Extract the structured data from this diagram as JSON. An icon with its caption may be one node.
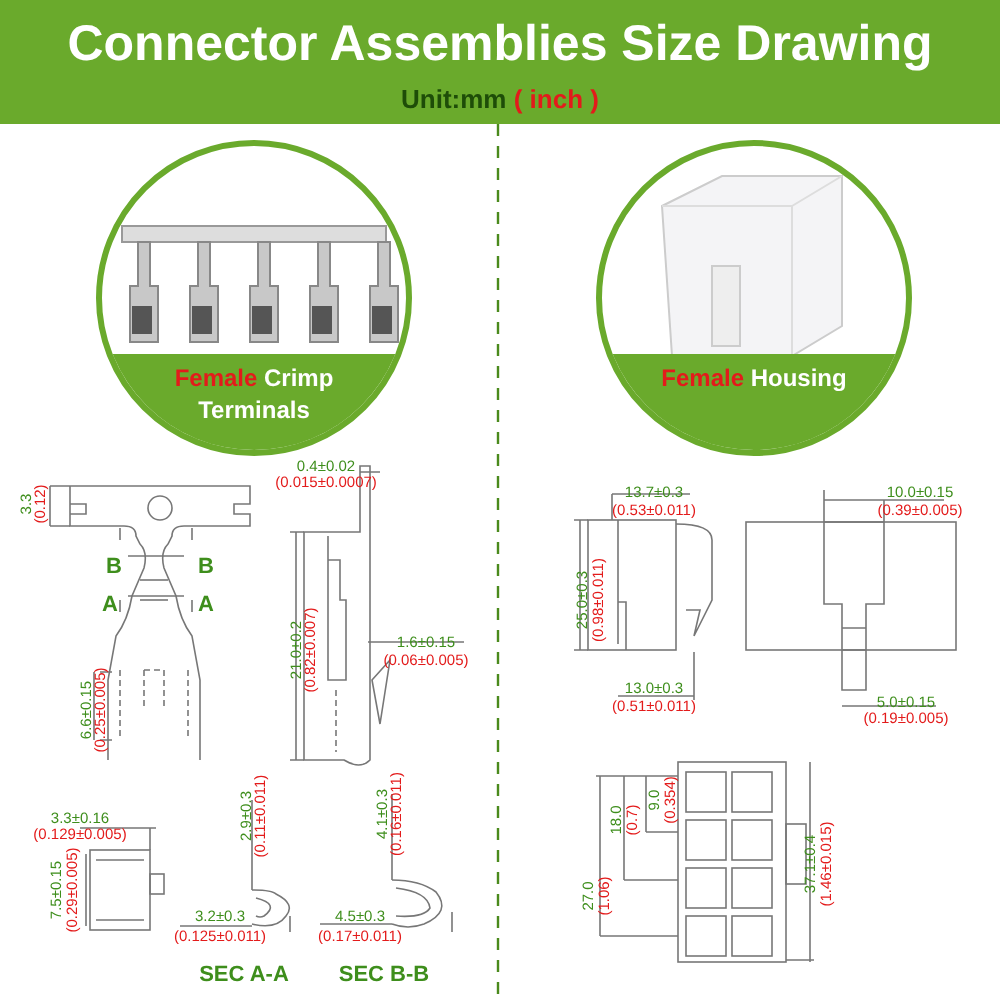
{
  "diagram": {
    "title": "Connector Assemblies Size Drawing",
    "nodes": [
      {
        "text": [
          "Female",
          "Crimp Terminals"
        ]
      },
      {
        "text": [
          "Female",
          "Housing"
        ]
      }
    ],
    "edges": [],
    "labels": [
      "Unit:mm",
      "( inch )",
      "3.3",
      "(0.12)",
      "0.4±0.02",
      "(0.015±0.0007)",
      "B",
      "B",
      "A",
      "A",
      "21.0±0.2",
      "(0.82±0.007)",
      "1.6±0.15",
      "(0.06±0.005)",
      "6.6±0.15",
      "(0.25±0.005)",
      "13.7±0.3",
      "(0.53±0.011)",
      "10.0±0.15",
      "(0.39±0.005)",
      "25.0±0.3",
      "(0.98±0.011)",
      "13.0±0.3",
      "(0.51±0.011)",
      "5.0±0.15",
      "(0.19±0.005)",
      "3.3±0.16",
      "(0.129±0.005)",
      "2.9±0.3",
      "(0.11±0.011)",
      "4.1±0.3",
      "(0.16±0.011)",
      "7.5±0.15",
      "(0.29±0.005)",
      "3.2±0.3",
      "(0.125±0.011)",
      "4.5±0.3",
      "(0.17±0.011)",
      "SEC A-A",
      "SEC B-B",
      "27.0",
      "(1.06)",
      "18.0",
      "(0.7)",
      "9.0",
      "(0.354)",
      "37.1±0.4",
      "(1.46±0.015)"
    ]
  }
}
